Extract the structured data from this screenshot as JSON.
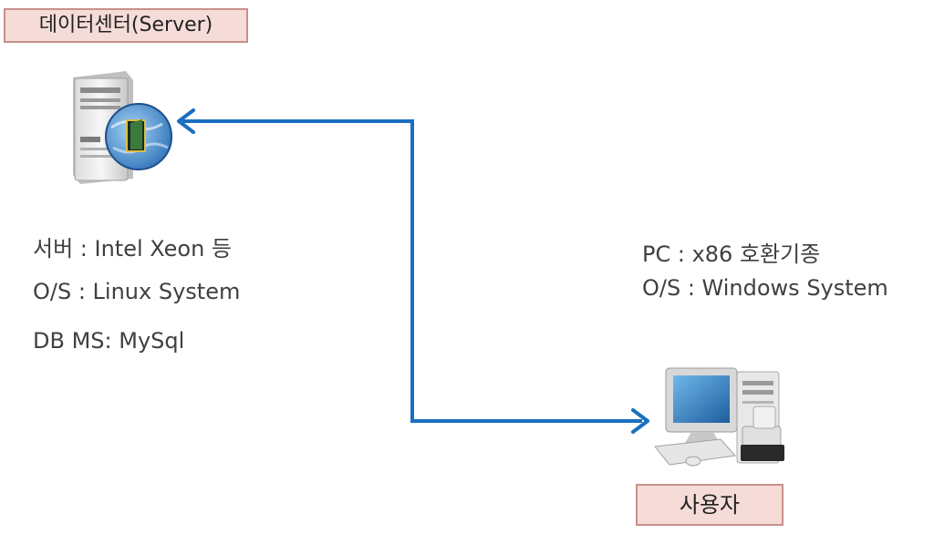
{
  "server": {
    "label": "데이터센터(Server)",
    "specs": [
      "서버 : Intel Xeon 등",
      "O/S : Linux System",
      "DB MS: MySql"
    ]
  },
  "client": {
    "label": "사용자",
    "specs": [
      "PC : x86 호환기종",
      "O/S : Windows System"
    ]
  },
  "colors": {
    "arrow": "#1a6fc0",
    "label_fill": "#f5dcd8",
    "label_border": "#c9908a"
  },
  "icons": [
    "server-globe-icon",
    "desktop-computer-icon"
  ]
}
